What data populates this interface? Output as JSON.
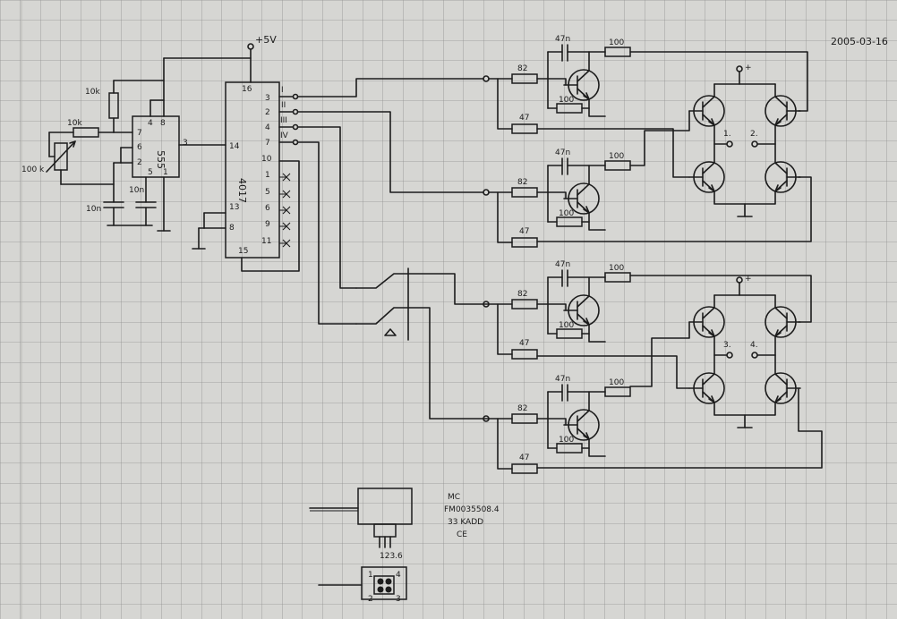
{
  "date": "2005-03-16",
  "supply": "+5V",
  "ic_555": {
    "name": "555",
    "pins": [
      "4",
      "8",
      "7",
      "6",
      "2",
      "5",
      "1",
      "3"
    ]
  },
  "ic_4017": {
    "name": "4017",
    "pins_left": [
      "16",
      "14",
      "13",
      "8",
      "15"
    ],
    "pins_right": [
      "3",
      "2",
      "4",
      "7",
      "10",
      "1",
      "5",
      "6",
      "9",
      "11"
    ],
    "outputs": [
      "I",
      "II",
      "III",
      "IV"
    ]
  },
  "timing": {
    "r_top": "10k",
    "r_series": "10k",
    "pot": "100 k",
    "c_timing": "10n",
    "c_ctrl": "10n"
  },
  "drivers": {
    "base_resistor": "82",
    "pulldown": "47",
    "capacitor": "47n",
    "collector": "100",
    "emitter": "100"
  },
  "bridge_top": {
    "plus": "+",
    "out_a": "1.",
    "out_b": "2."
  },
  "bridge_bottom": {
    "plus": "+",
    "out_a": "3.",
    "out_b": "4."
  },
  "motor": {
    "lines": [
      "MC",
      "FM0035508.4",
      "33 KADD",
      "CE"
    ],
    "code": "123.6",
    "connector": [
      "1",
      "4",
      "2",
      "3"
    ]
  }
}
